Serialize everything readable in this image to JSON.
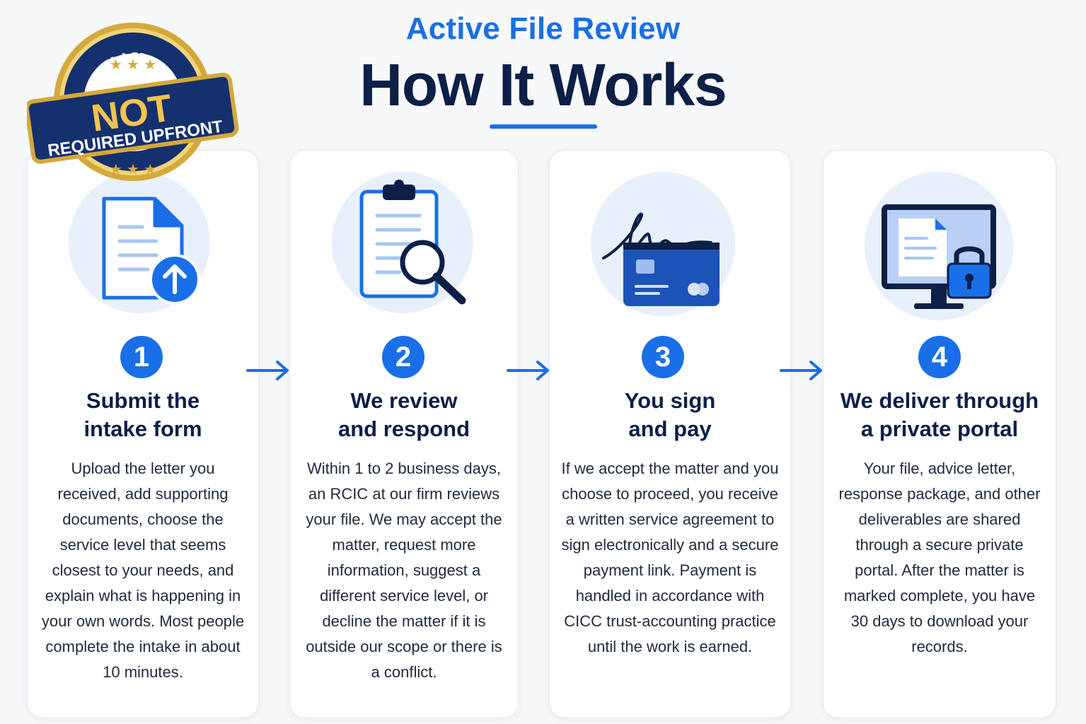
{
  "header": {
    "eyebrow": "Active File Review",
    "title": "How It Works"
  },
  "badge": {
    "top_text": "NO CREDIT CARD",
    "main_text": "NOT",
    "sub_text": "REQUIRED UPFRONT"
  },
  "steps": [
    {
      "number": "1",
      "title_line1": "Submit the",
      "title_line2": "intake form",
      "body": "Upload the letter you received, add supporting documents, choose the service level that seems closest to your needs, and explain what is happening in your own words. Most people complete the intake in about 10 minutes.",
      "icon": "document-upload-icon"
    },
    {
      "number": "2",
      "title_line1": "We review",
      "title_line2": "and respond",
      "body": "Within 1 to 2 business days, an RCIC at our firm reviews your file. We may accept the matter, request more information, suggest a different service level, or decline the matter if it is outside our scope or there is a conflict.",
      "icon": "clipboard-magnifier-icon"
    },
    {
      "number": "3",
      "title_line1": "You sign",
      "title_line2": "and pay",
      "body": "If we accept the matter and you choose to proceed, you receive a written service agreement to sign electronically and a secure payment link. Payment is handled in accordance with CICC trust-accounting practice until the work is earned.",
      "icon": "signature-card-icon"
    },
    {
      "number": "4",
      "title_line1": "We deliver through",
      "title_line2": "a private portal",
      "body": "Your file, advice letter, response package, and other deliverables are shared through a secure private portal. After the matter is marked complete, you have 30 days to download your records.",
      "icon": "monitor-lock-icon"
    }
  ],
  "colors": {
    "accent": "#1a6fe8",
    "navy": "#0c1f47",
    "gold": "#d4a93c",
    "badge_blue": "#14306e"
  }
}
